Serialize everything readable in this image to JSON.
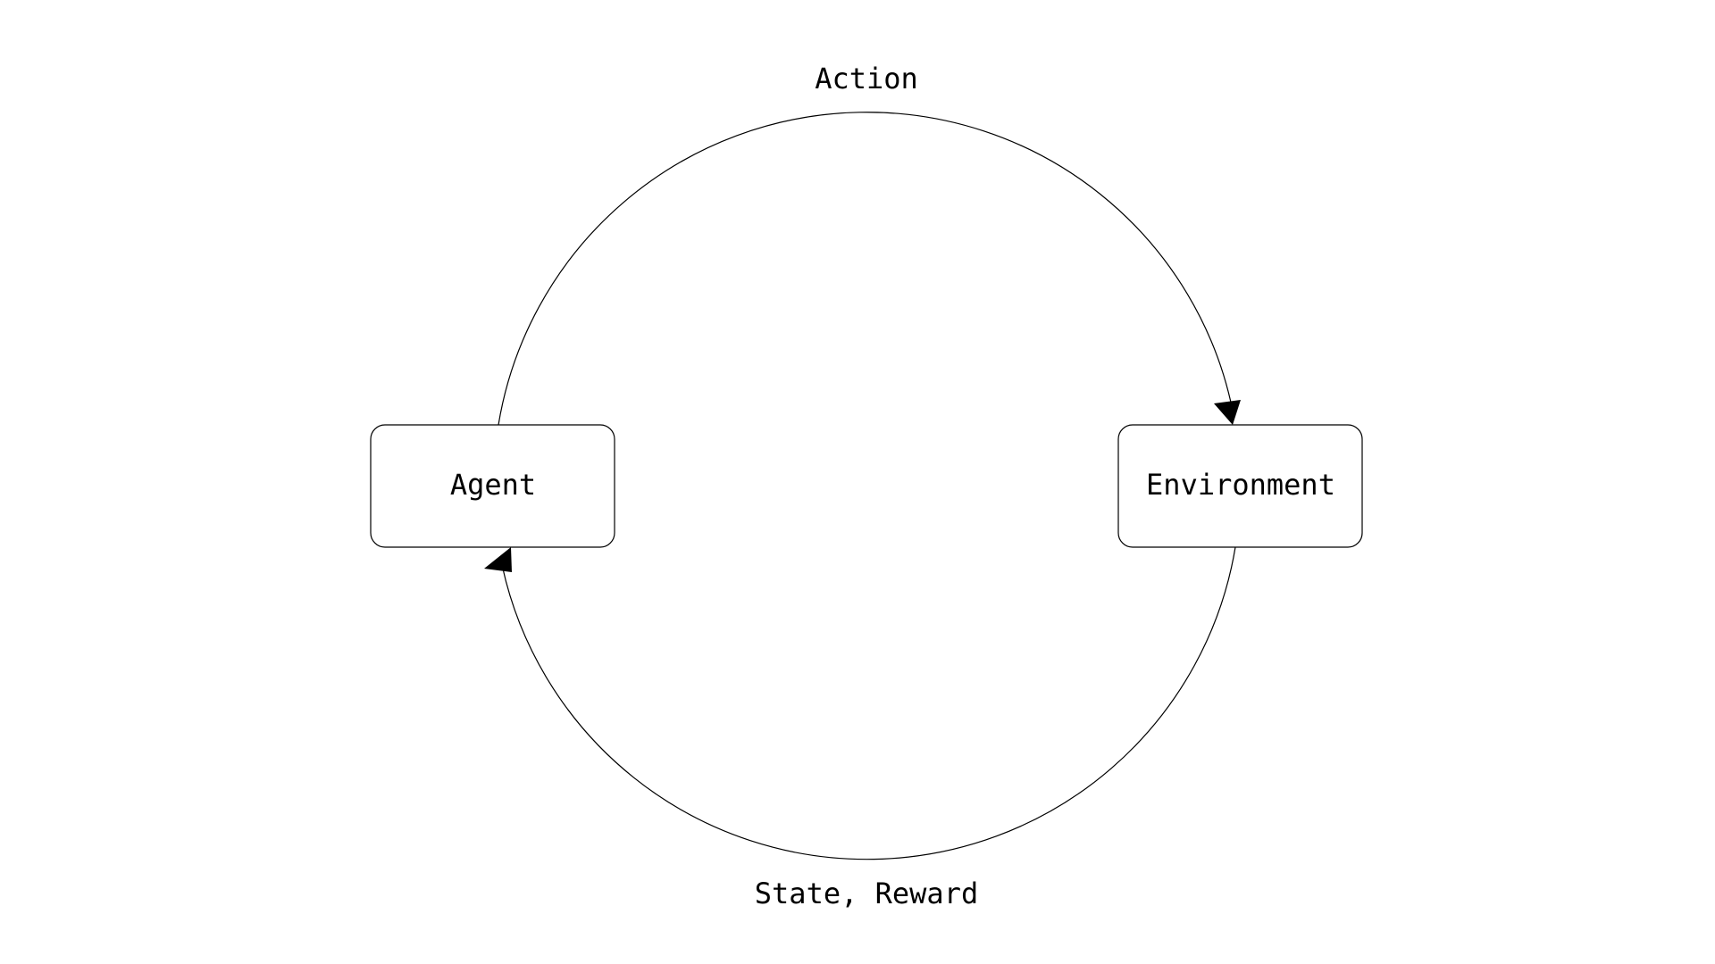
{
  "nodes": {
    "agent": {
      "label": "Agent"
    },
    "environment": {
      "label": "Environment"
    }
  },
  "edges": {
    "action": {
      "label": "Action",
      "from": "Agent",
      "to": "Environment"
    },
    "state_reward": {
      "label": "State, Reward",
      "from": "Environment",
      "to": "Agent"
    }
  },
  "colors": {
    "stroke": "#000000",
    "background": "#ffffff"
  }
}
